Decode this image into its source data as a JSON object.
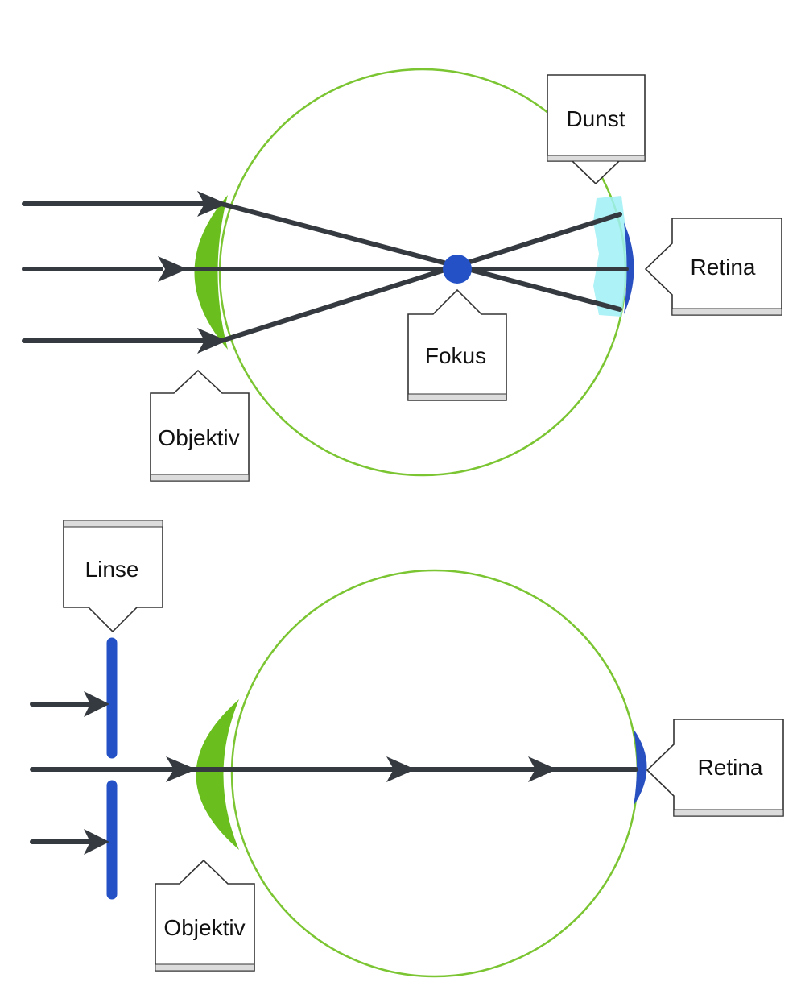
{
  "colors": {
    "eyeball": "#7ac531",
    "lens": "#6abf1e",
    "retina": "#2850c0",
    "focus": "#2452c6",
    "blur": "#9ff0f5",
    "ray": "#353a40",
    "aperture": "#2452c6"
  },
  "top_diagram": {
    "labels": {
      "blur": "Dunst",
      "retina": "Retina",
      "focus": "Fokus",
      "lens": "Objektiv"
    }
  },
  "bottom_diagram": {
    "labels": {
      "aperture": "Linse",
      "retina": "Retina",
      "lens": "Objektiv"
    }
  }
}
